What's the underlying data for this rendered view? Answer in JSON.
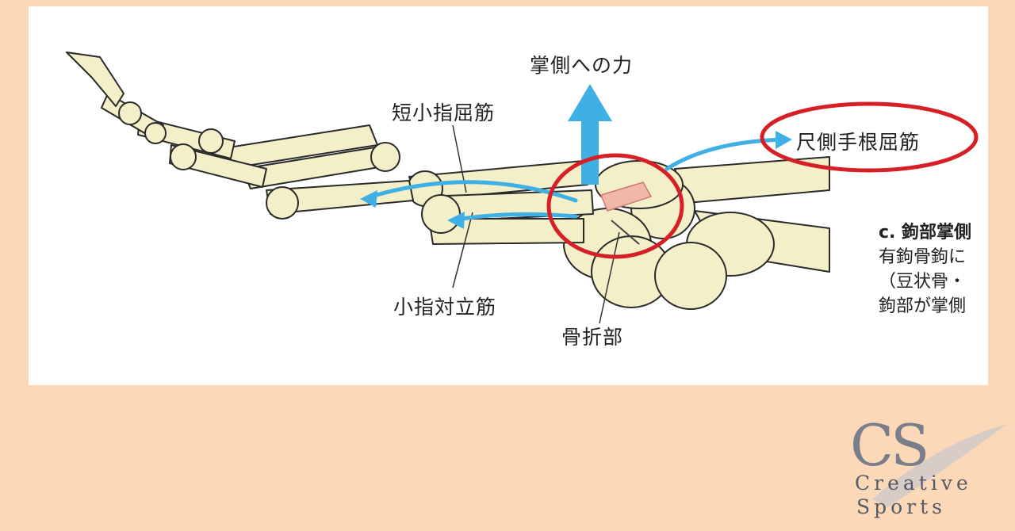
{
  "labels": {
    "palmar_force": "掌側への力",
    "fdm_brevis": "短小指屈筋",
    "fcu": "尺側手根屈筋",
    "odm": "小指対立筋",
    "fracture": "骨折部"
  },
  "side_text": {
    "heading": "c. 鉤部掌側",
    "line1": "有鉤骨鉤に",
    "line2": "（豆状骨・",
    "line3": "鉤部が掌側"
  },
  "logo": {
    "mark": "CS",
    "word1": "Creative",
    "word2": "Sports"
  },
  "colors": {
    "background": "#fbd9b8",
    "bone": "#f3efc9",
    "arrow": "#3fb0e6",
    "highlight_ring": "#d61f26",
    "fracture": "#f1b8a8"
  }
}
